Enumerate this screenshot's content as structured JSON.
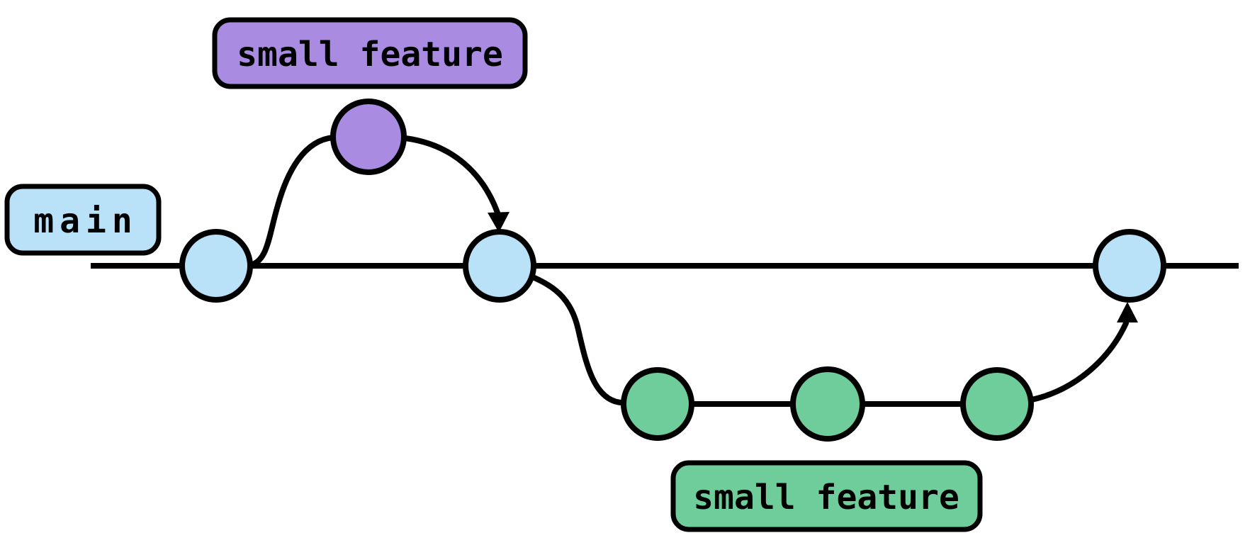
{
  "diagram": {
    "title": "git branching diagram",
    "background_color": "#ffffff",
    "line_color": "#000000",
    "branches": {
      "main": {
        "label": "main",
        "color": "#b9e1f8",
        "commit_count": 3
      },
      "feature_top": {
        "label": "small feature",
        "color": "#a98ce1",
        "commit_count": 1
      },
      "feature_bottom": {
        "label": "small feature",
        "color": "#6fcd9c",
        "commit_count": 3
      }
    },
    "edges": [
      {
        "from": "main",
        "to": "feature_top",
        "type": "branch"
      },
      {
        "from": "feature_top",
        "to": "main",
        "type": "merge",
        "arrow": "into top of second main commit"
      },
      {
        "from": "main",
        "to": "feature_bottom",
        "type": "branch"
      },
      {
        "from": "feature_bottom",
        "to": "main",
        "type": "merge",
        "arrow": "into bottom of third main commit"
      }
    ]
  }
}
